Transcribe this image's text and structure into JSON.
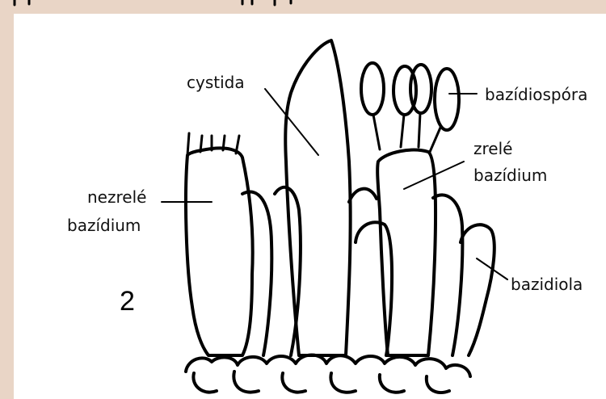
{
  "figure": {
    "number": "2",
    "labels": {
      "cystida": "cystida",
      "bazidiospora": "bazídiospóra",
      "zrele": "zrelé",
      "bazidium_mature": "bazídium",
      "nezrele": "nezrelé",
      "bazidium_immature": "bazídium",
      "bazidiola": "bazidiola"
    }
  },
  "colors": {
    "background": "#e9d5c6",
    "panel": "#ffffff",
    "ink": "#000000"
  }
}
